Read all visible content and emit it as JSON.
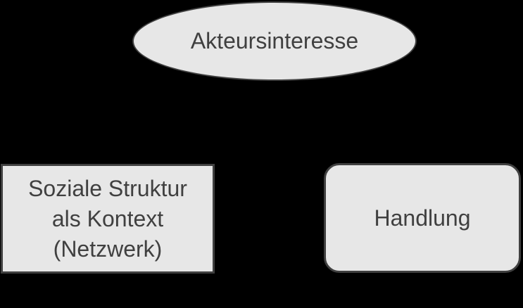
{
  "diagram": {
    "colors": {
      "background": "#000000",
      "shape_fill": "#e7e7e7",
      "shape_border": "#404040",
      "text": "#404040"
    },
    "nodes": {
      "ellipse": {
        "label": "Akteursinteresse"
      },
      "left_box": {
        "lines": [
          "Soziale Struktur",
          "als Kontext",
          "(Netzwerk)"
        ]
      },
      "right_box": {
        "label": "Handlung"
      }
    }
  }
}
